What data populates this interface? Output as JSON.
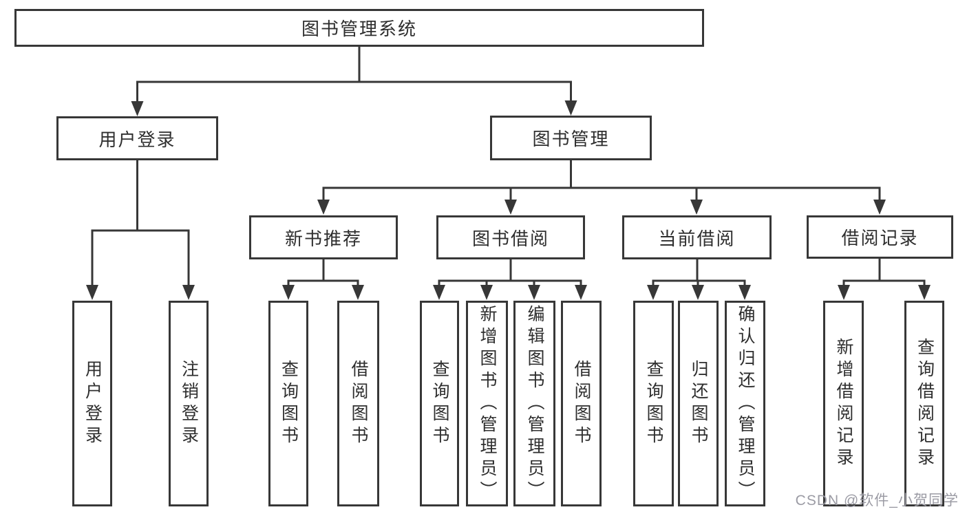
{
  "tree": {
    "label": "图书管理系统",
    "children": [
      {
        "label": "用户登录",
        "children": [
          {
            "label": "用户登录"
          },
          {
            "label": "注销登录"
          }
        ]
      },
      {
        "label": "图书管理",
        "children": [
          {
            "label": "新书推荐",
            "children": [
              {
                "label": "查询图书"
              },
              {
                "label": "借阅图书"
              }
            ]
          },
          {
            "label": "图书借阅",
            "children": [
              {
                "label": "查询图书"
              },
              {
                "label": "新增图书（管理员）"
              },
              {
                "label": "编辑图书（管理员）"
              },
              {
                "label": "借阅图书"
              }
            ]
          },
          {
            "label": "当前借阅",
            "children": [
              {
                "label": "查询图书"
              },
              {
                "label": "归还图书"
              },
              {
                "label": "确认归还（管理员）"
              }
            ]
          },
          {
            "label": "借阅记录",
            "children": [
              {
                "label": "新增借阅记录"
              },
              {
                "label": "查询借阅记录"
              }
            ]
          }
        ]
      }
    ]
  },
  "watermark": "CSDN @软件_小贺同学",
  "colors": {
    "line": "#373737",
    "text": "#2e2e2e",
    "box_background": "#ffffff",
    "watermark": "#9b9ba4",
    "background": "#ffffff"
  }
}
